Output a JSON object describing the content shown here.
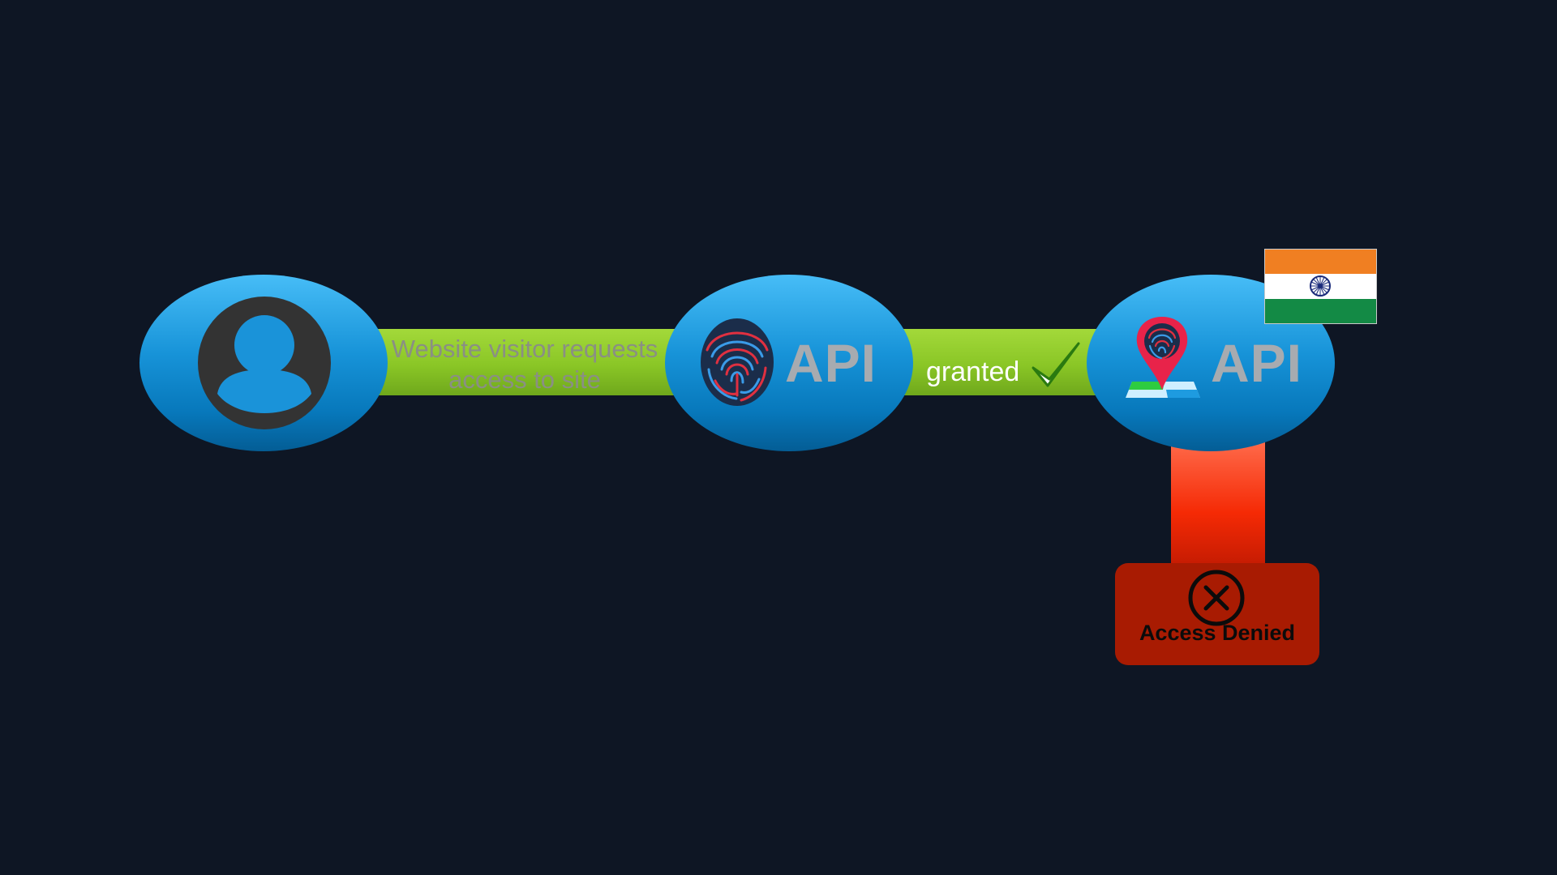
{
  "nodes": {
    "user": {
      "icon": "user-avatar-icon"
    },
    "api1": {
      "label": "API",
      "icon": "fingerprint-icon"
    },
    "api2": {
      "label": "API",
      "icon": "location-fingerprint-icon"
    }
  },
  "connectors": {
    "request": {
      "label": "Website visitor requests access to site",
      "color": "#8ac626"
    },
    "granted": {
      "label": "granted",
      "icon": "checkmark-icon",
      "color": "#8ac626"
    },
    "denied": {
      "color": "#f52a05"
    }
  },
  "flag": {
    "icon": "india-flag-icon",
    "colors": [
      "#f07f22",
      "#ffffff",
      "#138a45"
    ]
  },
  "denied_box": {
    "label": "Access Denied",
    "icon": "close-circle-icon",
    "color": "#a81b02"
  },
  "colors": {
    "background": "#0e1624",
    "node": "#1793d8"
  }
}
